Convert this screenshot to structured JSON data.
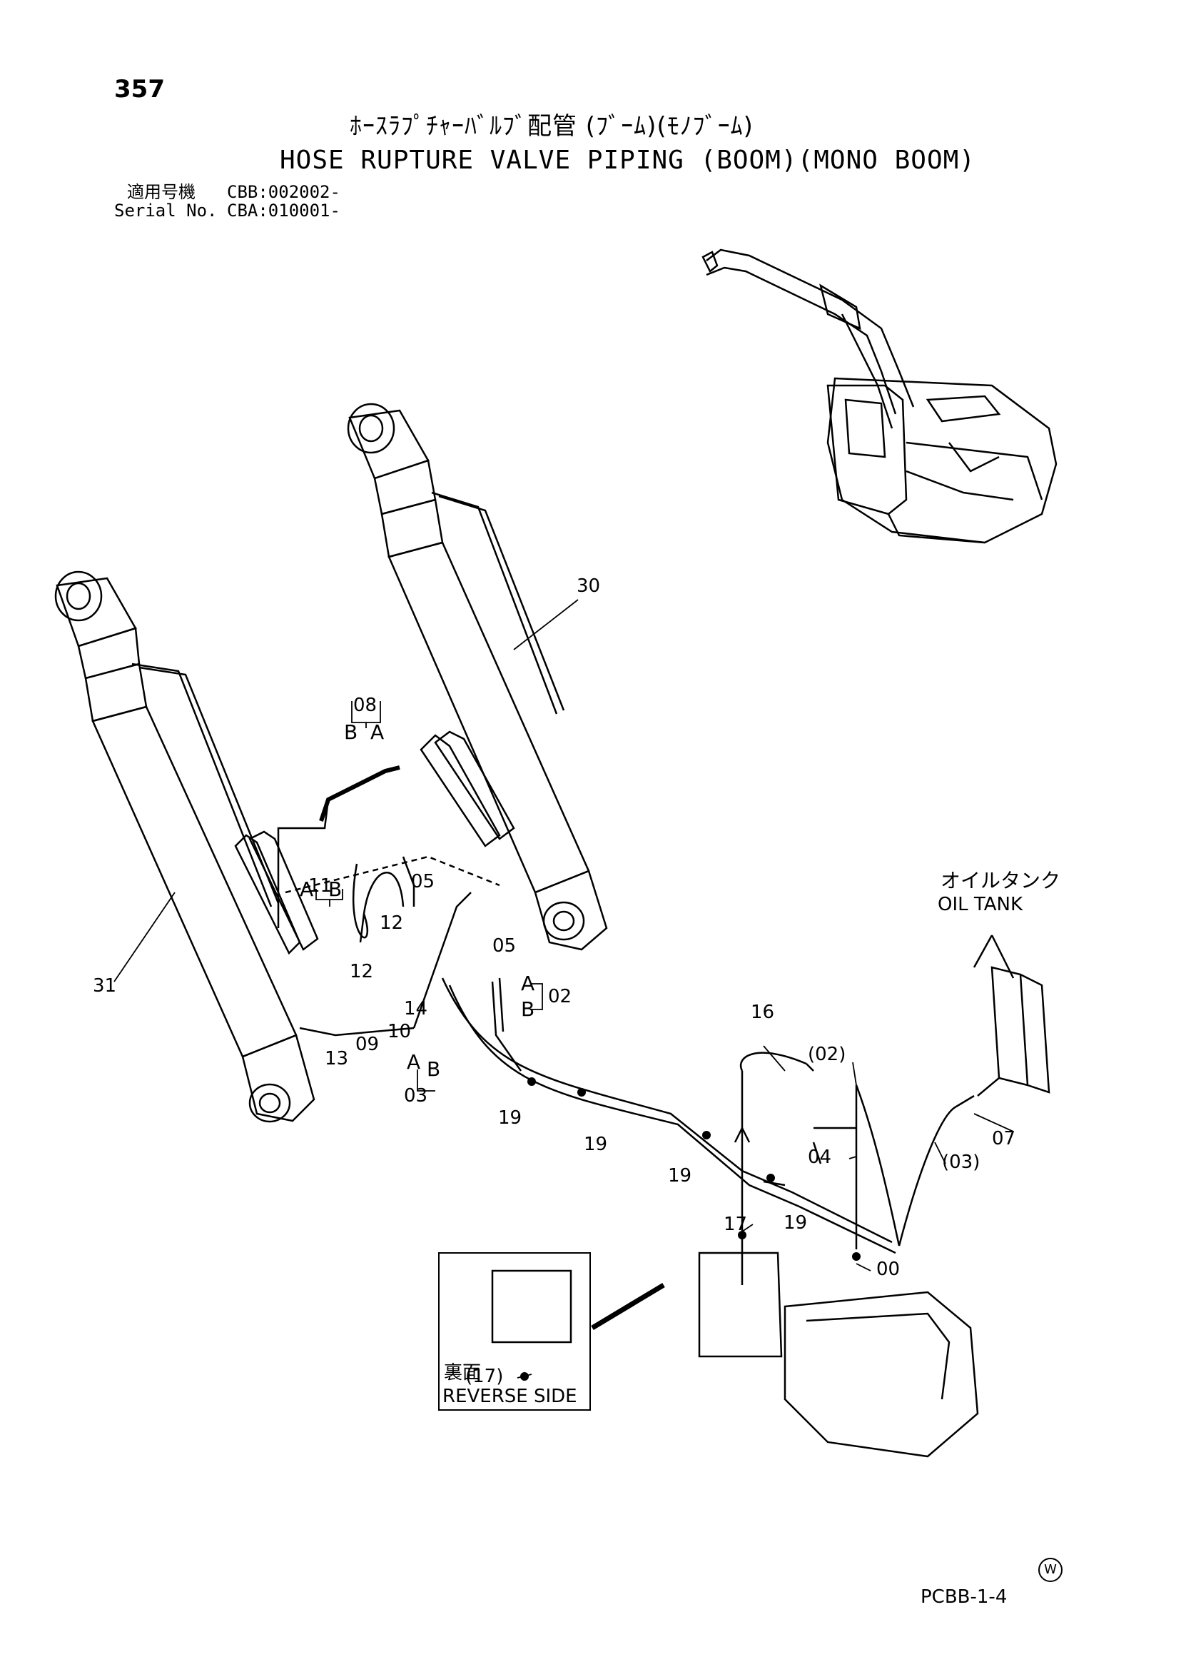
{
  "header": {
    "page_number": "357",
    "title_jp": "ﾎｰｽﾗﾌﾟﾁｬｰﾊﾞﾙﾌﾞ配管 (ﾌﾞｰﾑ)(ﾓﾉﾌﾞｰﾑ)",
    "title_en": "HOSE RUPTURE VALVE PIPING (BOOM)(MONO BOOM)",
    "applicable_label": "適用号機",
    "applicable_value": "CBB:002002-",
    "serial_label": "Serial No.",
    "serial_value": "CBA:010001-"
  },
  "labels": {
    "oil_tank_jp": "オイルタンク",
    "oil_tank_en": "OIL TANK",
    "reverse_jp": "裏面",
    "reverse_en": "REVERSE SIDE"
  },
  "callouts": {
    "c30": "30",
    "c31": "31",
    "c08": "08",
    "c11": "11",
    "c05a": "05",
    "c05b": "05",
    "c12a": "12",
    "c12b": "12",
    "c14": "14",
    "c13": "13",
    "c09": "09",
    "c10": "10",
    "c02": "02",
    "c03": "03",
    "c16": "16",
    "c02p": "(02)",
    "c04": "04",
    "c07": "07",
    "c03p": "(03)",
    "c19a": "19",
    "c19b": "19",
    "c19c": "19",
    "c19d": "19",
    "c17": "17",
    "c00": "00",
    "c17p": "(17)"
  },
  "port_letters": {
    "a08": "A",
    "b08": "B",
    "a11": "A",
    "b11": "B",
    "a02": "A",
    "b02": "B",
    "a03": "A",
    "b03": "B"
  },
  "footer": {
    "code": "PCBB-1-4",
    "mark": "W"
  }
}
